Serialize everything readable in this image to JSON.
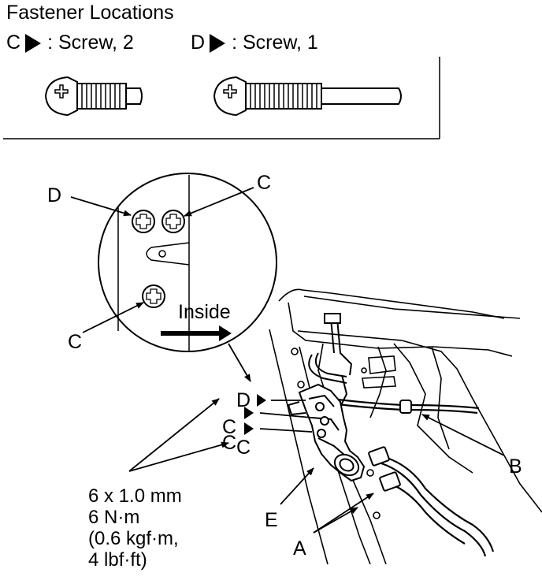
{
  "header": {
    "title": "Fastener Locations",
    "legend": [
      {
        "letter": "C",
        "text": ": Screw, 2"
      },
      {
        "letter": "D",
        "text": ": Screw, 1"
      }
    ]
  },
  "inset": {
    "inside_label": "Inside",
    "callouts": {
      "d": "D",
      "c_top": "C",
      "c_bottom": "C"
    }
  },
  "main": {
    "callouts": {
      "d": "D",
      "c1": "C",
      "c2": "C",
      "c3": "C",
      "a": "A",
      "b": "B",
      "e": "E"
    },
    "spec": [
      "6 x 1.0 mm",
      "6 N·m",
      "(0.6 kgf·m,",
      "4 lbf·ft)"
    ]
  }
}
